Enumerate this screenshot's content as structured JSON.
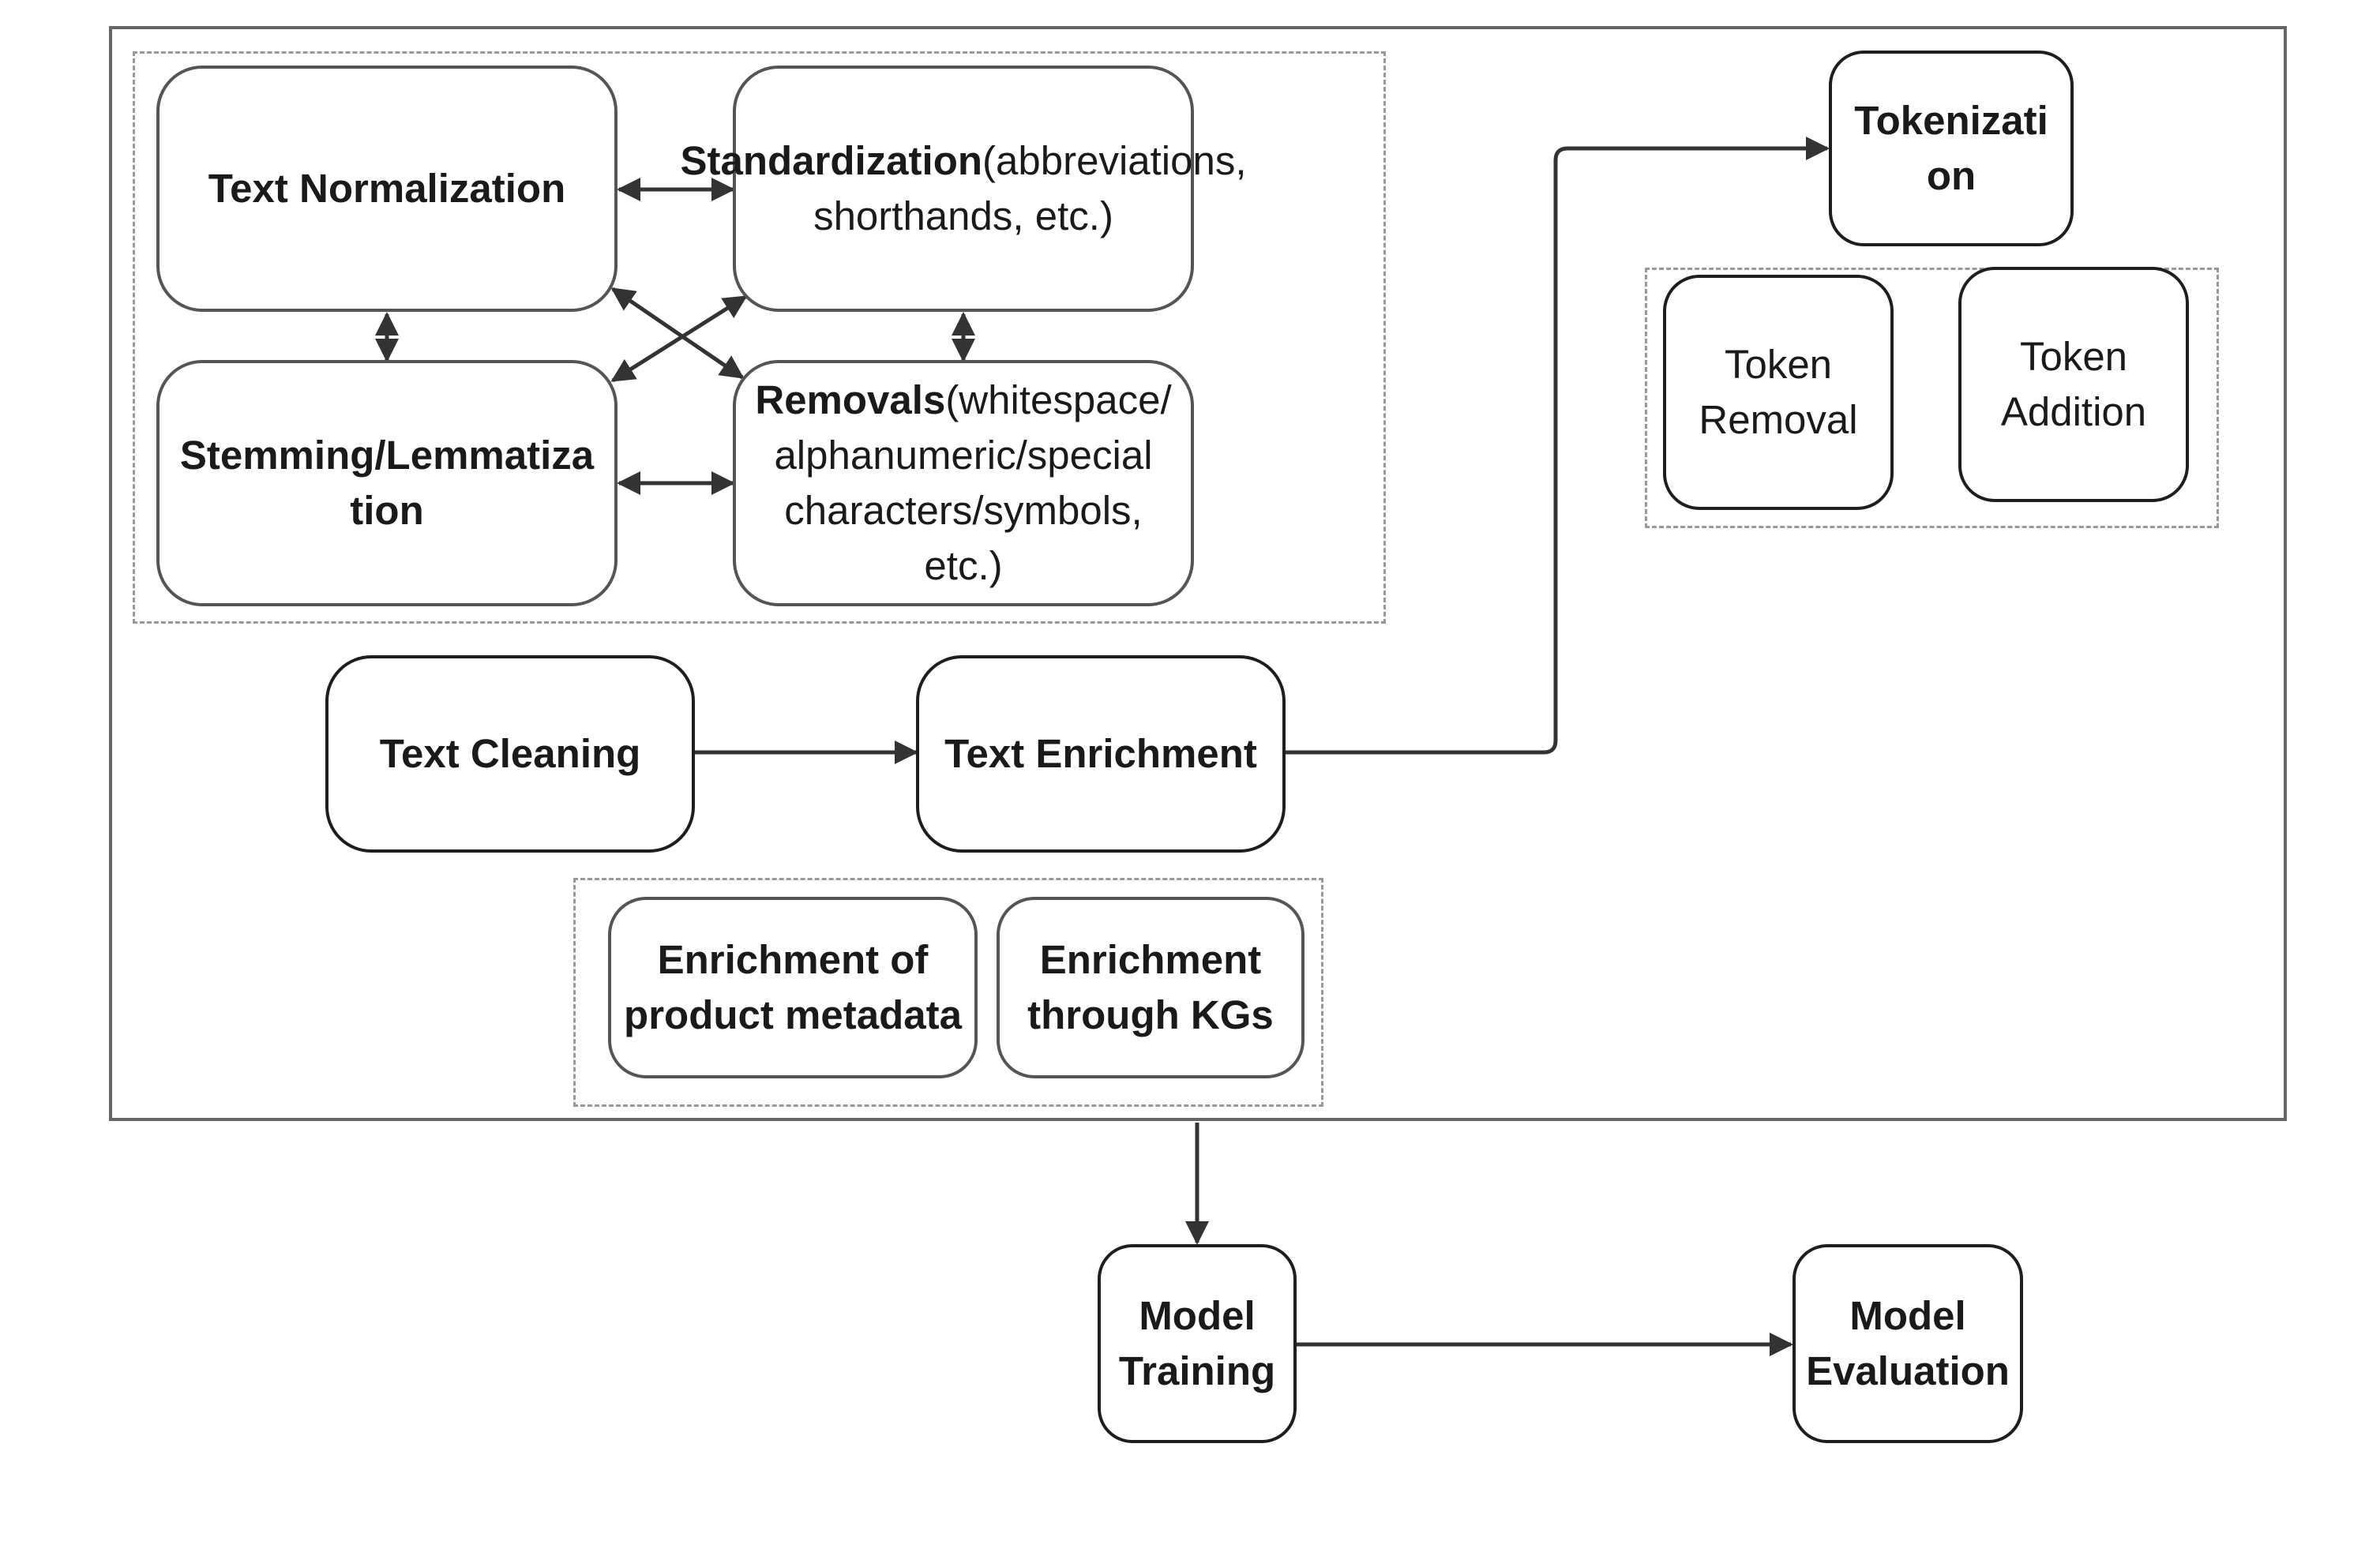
{
  "nodes": {
    "text_normalization": "Text Normalization",
    "standardization_bold": "Standardization",
    "standardization_rest": "(abbreviations, shorthands, etc.)",
    "stemming": "Stemming/Lemmatization",
    "removals_bold": "Removals",
    "removals_rest": "(whitespace/ alphanumeric/special characters/symbols, etc.)",
    "text_cleaning": "Text Cleaning",
    "text_enrichment": "Text Enrichment",
    "enrichment_metadata": "Enrichment of product metadata",
    "enrichment_kgs": "Enrichment through KGs",
    "tokenization": "Tokenization",
    "token_removal": "Token Removal",
    "token_addition": "Token Addition",
    "model_training": "Model Training",
    "model_evaluation": "Model Evaluation"
  },
  "colors": {
    "stroke": "#333333",
    "box_border": "#555555",
    "dashed_group": "#999999",
    "outer_frame": "#666666"
  }
}
